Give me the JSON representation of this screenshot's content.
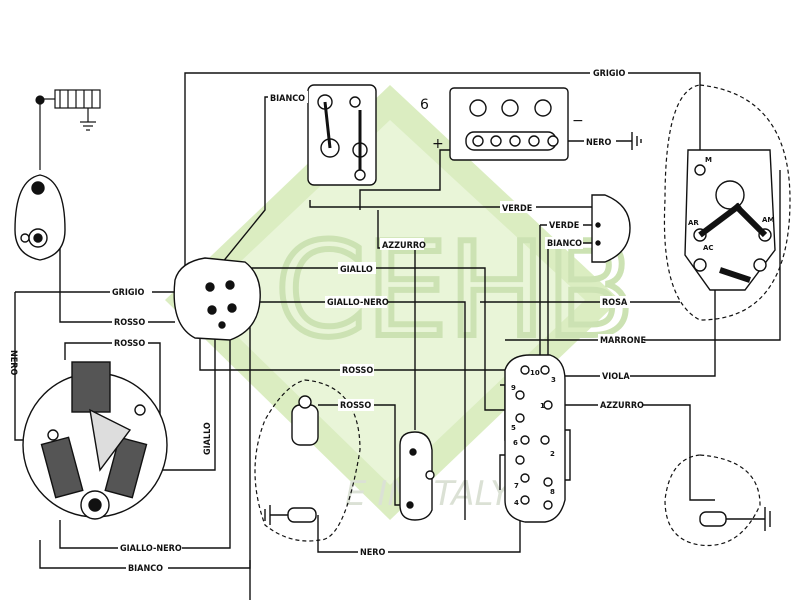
{
  "watermark": {
    "logo_text": "CEHB",
    "subtext": "E IN ITALY",
    "color": "#c9e3a6"
  },
  "wires": {
    "grigio_top": "GRIGIO",
    "bianco_top": "BIANCO",
    "nero_battery": "NERO",
    "verde_right": "VERDE",
    "azzurro_top": "AZZURRO",
    "verde_small": "VERDE",
    "bianco_small": "BIANCO",
    "giallo_mid": "GIALLO",
    "grigio_left": "GRIGIO",
    "giallo_nero_mid": "GIALLO-NERO",
    "rosso_left_1": "ROSSO",
    "rosa": "ROSA",
    "rosso_left_2": "ROSSO",
    "marrone": "MARRONE",
    "rosso_mid": "ROSSO",
    "viola": "VIOLA",
    "rosso_lower": "ROSSO",
    "azzurro_right": "AZZURRO",
    "nero_left_vertical": "NERO",
    "giallo_vertical": "GIALLO",
    "giallo_nero_bottom": "GIALLO-NERO",
    "bianco_bottom": "BIANCO",
    "nero_bottom": "NERO"
  },
  "battery": {
    "number": "6",
    "plus": "+",
    "minus": "−"
  },
  "switch_terminals": [
    "M",
    "AR",
    "AM",
    "AC"
  ],
  "connector_numbers": [
    "10",
    "3",
    "9",
    "1",
    "5",
    "6",
    "2",
    "7",
    "4",
    "8"
  ]
}
